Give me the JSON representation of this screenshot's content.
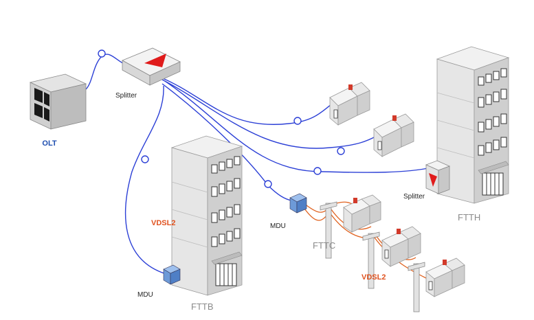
{
  "labels": {
    "olt": "OLT",
    "splitter_top": "Splitter",
    "splitter_right": "Splitter",
    "mdu_bottom": "MDU",
    "mdu_middle": "MDU",
    "vdsl2_left": "VDSL2",
    "vdsl2_right": "VDSL2",
    "fttb": "FTTB",
    "fttc": "FTTC",
    "ftth": "FTTH"
  },
  "colors": {
    "fiber": "#2b3fd6",
    "copper": "#e0621f",
    "building_light": "#f2f2f2",
    "building_shade": "#cfcfcf",
    "mdu_blue": "#5b8fd6"
  },
  "icons": {
    "olt": "olt-rack-icon",
    "splitter": "splitter-box-icon",
    "mdu": "mdu-box-icon",
    "building": "apartment-building-icon",
    "house": "house-icon",
    "pole": "utility-pole-icon"
  }
}
